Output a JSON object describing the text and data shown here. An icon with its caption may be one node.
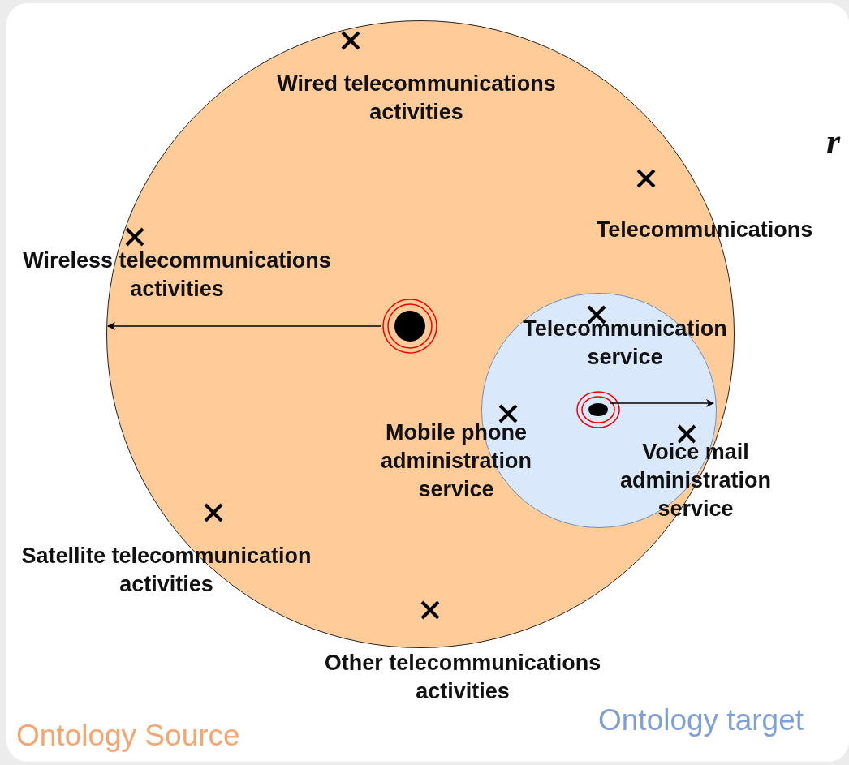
{
  "diagram": {
    "nodes": [
      {
        "text": [],
        "shape": "circle"
      },
      {
        "text": [],
        "shape": "circle",
        "in": 0
      }
    ],
    "labels": [
      "Wired telecommunications activities",
      "r",
      "Telecommunications",
      "Wireless telecommunications activities",
      "Telecommunication service",
      "Mobile phone administration service",
      "Voice mail administration service",
      "Satellite telecommunication activities",
      "Other telecommunications activities",
      "Ontology target",
      "Ontology Source"
    ]
  }
}
